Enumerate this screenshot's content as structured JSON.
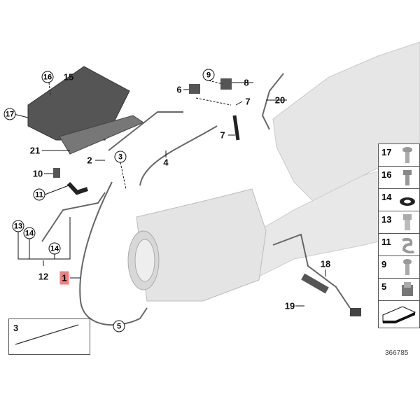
{
  "diagram": {
    "callouts": {
      "p16": "16",
      "p15": "15",
      "p17": "17",
      "p21": "21",
      "p2": "2",
      "p3": "3",
      "p4": "4",
      "p10": "10",
      "p11": "11",
      "p13": "13",
      "p14a": "14",
      "p14b": "14",
      "p12": "12",
      "p1": "1",
      "p5": "5",
      "p9": "9",
      "p8": "8",
      "p6": "6",
      "p7a": "7",
      "p7b": "7",
      "p20": "20",
      "p18": "18",
      "p19": "19"
    },
    "inset_label": "3",
    "legend": [
      {
        "num": "17",
        "part": "screw-icon"
      },
      {
        "num": "16",
        "part": "hex-bolt-icon"
      },
      {
        "num": "14",
        "part": "washer-icon"
      },
      {
        "num": "13",
        "part": "banjo-bolt-icon"
      },
      {
        "num": "11",
        "part": "clamp-icon"
      },
      {
        "num": "9",
        "part": "screw-icon"
      },
      {
        "num": "5",
        "part": "clip-nut-icon"
      }
    ],
    "reference_number": "366785",
    "highlight_color": "#f08080"
  }
}
